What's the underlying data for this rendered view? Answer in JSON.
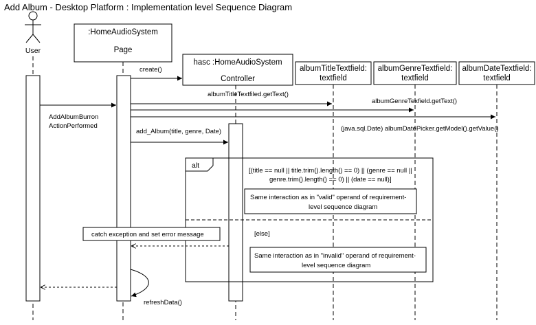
{
  "title": "Add Album - Desktop Platform : Implementation level Sequence Diagram",
  "actor": {
    "label": "User"
  },
  "lifelines": {
    "page": {
      "line1": ":HomeAudioSystem",
      "line2": "Page"
    },
    "controller": {
      "line1": "hasc :HomeAudioSystem",
      "line2": "Controller"
    },
    "album_title": {
      "line1": "albumTitleTextfield:",
      "line2": "textfield"
    },
    "album_genre": {
      "line1": "albumGenreTextfield:",
      "line2": "textfield"
    },
    "album_date": {
      "line1": "albumDateTextfield:",
      "line2": "textfield"
    }
  },
  "messages": {
    "create": "create()",
    "action_line1": "AddAlbumBurron",
    "action_line2": "ActionPerformed",
    "get_title": "albumTitleTextfiled.getText()",
    "get_genre": "albumGenreTexfield.getText()",
    "get_date": "(java.sql.Date) albumDatePicker.getModel().getValue()",
    "add_album": "add_Album(title, genre, Date)",
    "refresh": "refreshData()"
  },
  "alt_fragment": {
    "label": "alt",
    "guard_line1": "[(title == null || title.trim().length() == 0) || (genre == null ||",
    "guard_line2": "genre.trim().length() == 0) || (date == null)]",
    "valid_note_line1": "Same interaction as in \"valid\" operand of requirement-",
    "valid_note_line2": "level sequence diagram",
    "else_guard": "[else]",
    "invalid_note_line1": "Same interaction as in \"invalid\" operand of requirement-",
    "invalid_note_line2": "level sequence diagram"
  },
  "catch_note": "catch exception and set error message"
}
